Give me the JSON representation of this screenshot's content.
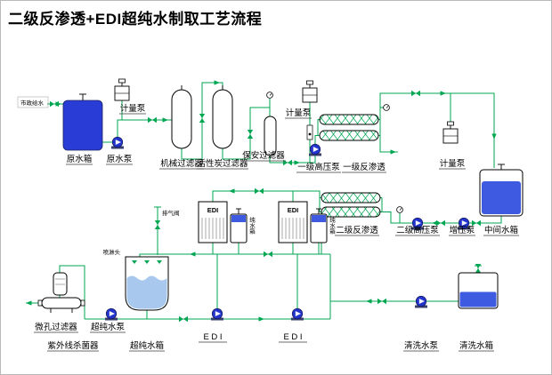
{
  "title": "二级反渗透+EDI超纯水制取工艺流程",
  "colors": {
    "pipe": "#00a651",
    "tank_blue": "#2a3cd6",
    "liquid_blue": "#3d5ae0",
    "light_blue": "#a8c8ee",
    "pump_blue": "#2233cc"
  },
  "labels": {
    "municipal_water": "市政给水",
    "raw_water_tank": "原水箱",
    "raw_water_pump": "原水泵",
    "metering_pump": "计量泵",
    "mechanical_filter": "机械过滤器",
    "carbon_filter": "活性炭过滤器",
    "security_filter": "保安过滤器",
    "stage1_hp_pump": "一级高压泵",
    "stage1_ro": "一级反渗透",
    "stage2_ro": "二级反渗透",
    "stage2_hp_pump": "二级高压泵",
    "booster_pump": "增压泵",
    "intermediate_tank": "中间水箱",
    "edi_unit": "EDI",
    "pure_water_tank": "纯水箱",
    "edi_caption": "E D I",
    "exhaust_valve": "排气阀",
    "spray_head": "喷淋头",
    "ultrapure_tank": "超纯水箱",
    "ultrapure_pump": "超纯水泵",
    "micro_filter": "微孔过滤器",
    "uv_sterilizer": "紫外线杀菌器",
    "cleaning_pump": "清洗水泵",
    "cleaning_tank": "清洗水箱"
  }
}
